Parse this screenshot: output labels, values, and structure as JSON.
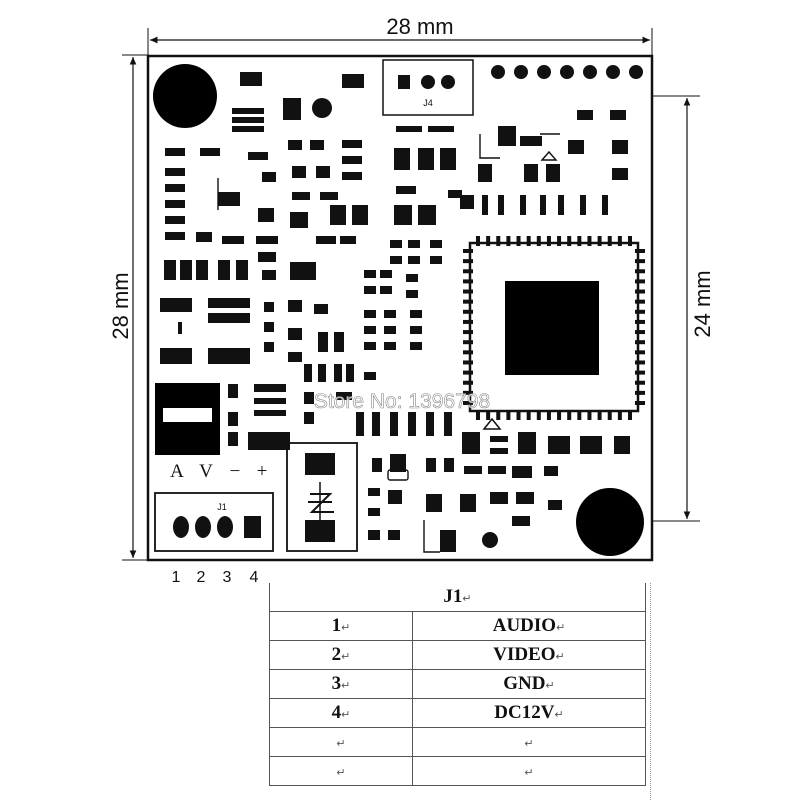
{
  "dimensions": {
    "width_label": "28 mm",
    "height_label": "28 mm",
    "right_label": "24 mm"
  },
  "board_labels": {
    "j4": "J4",
    "j1": "J1",
    "silk_a": "A",
    "silk_v": "V",
    "silk_minus": "−",
    "silk_plus": "+",
    "pin_numbers": [
      "1",
      "2",
      "3",
      "4"
    ]
  },
  "watermark": "Store No: 1396798",
  "pin_table": {
    "title": "J1",
    "para_mark": "↵",
    "rows": [
      {
        "pin": "1",
        "signal": "AUDIO"
      },
      {
        "pin": "2",
        "signal": "VIDEO"
      },
      {
        "pin": "3",
        "signal": "GND"
      },
      {
        "pin": "4",
        "signal": "DC12V"
      },
      {
        "pin": "",
        "signal": ""
      },
      {
        "pin": "",
        "signal": ""
      }
    ]
  }
}
